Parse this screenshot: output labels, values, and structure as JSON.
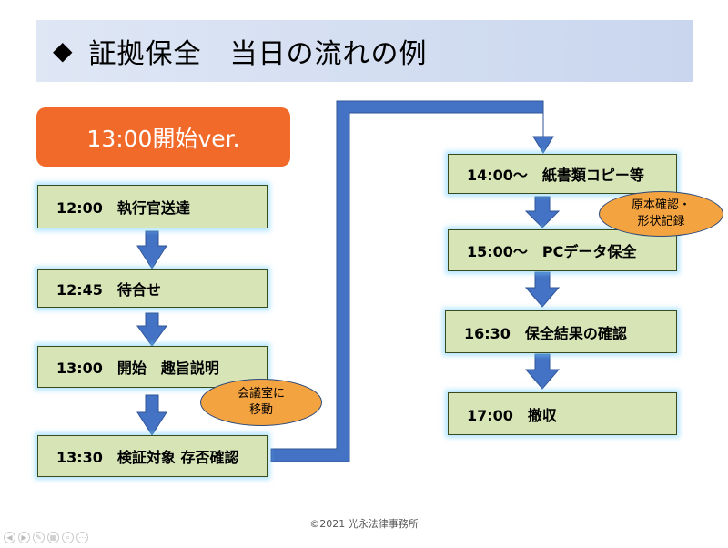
{
  "title": {
    "bullet": "◆",
    "text": "証拠保全　当日の流れの例"
  },
  "badge": "13:00開始ver.",
  "steps_left": [
    "12:00　執行官送達",
    "12:45　待合せ",
    "13:00　開始　趣旨説明",
    "13:30　検証対象 存否確認"
  ],
  "steps_right": [
    "14:00～　紙書類コピー等",
    "15:00～　PCデータ保全",
    "16:30　保全結果の確認",
    "17:00　撤収"
  ],
  "notes": {
    "move_line1": "会議室に",
    "move_line2": "移動",
    "record_line1": "原本確認・",
    "record_line2": "形状記録"
  },
  "footer": "©2021 光永法律事務所",
  "colors": {
    "step_fill": "#d6e4b6",
    "arrow": "#4472c4",
    "badge": "#f26a2a",
    "bubble": "#f4a341"
  }
}
